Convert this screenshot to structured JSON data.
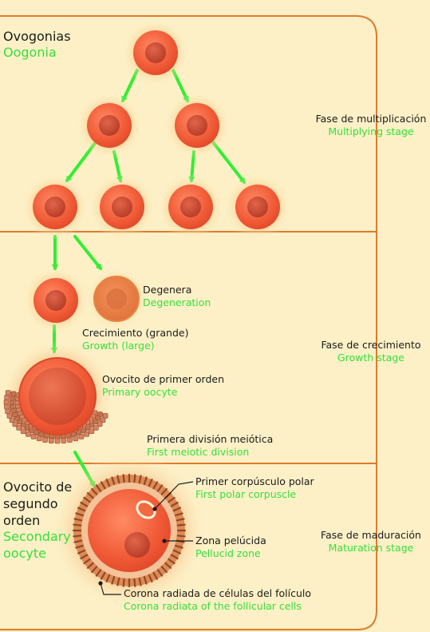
{
  "colors": {
    "background": "#fdf0c6",
    "frame": "#e07a2e",
    "arrow": "#33ee33",
    "cell_outer": "#ef5a36",
    "cell_nucleus": "#c94a30",
    "text_spanish": "#1b1b1b",
    "text_english": "#35e03a"
  },
  "labels": {
    "oogonia": {
      "es": "Ovogonias",
      "en": "Oogonia"
    },
    "degeneration": {
      "es": "Degenera",
      "en": "Degeneration"
    },
    "growth": {
      "es": "Crecimiento (grande)",
      "en": "Growth (large)"
    },
    "primary_oocyte": {
      "es": "Ovocito de primer orden",
      "en": "Primary oocyte"
    },
    "first_meiotic": {
      "es": "Primera división meiótica",
      "en": "First meiotic division"
    },
    "secondary_oocyte": {
      "es_lines": [
        "Ovocito de",
        "segundo",
        "orden"
      ],
      "en_lines": [
        "Secondary",
        "oocyte"
      ]
    },
    "polar_body": {
      "es": "Primer corpúsculo polar",
      "en": "First polar corpuscle"
    },
    "pellucid": {
      "es": "Zona pelúcida",
      "en": "Pellucid zone"
    },
    "corona": {
      "es": "Corona radiada de células del folículo",
      "en": "Corona radiata of the follicular cells"
    }
  },
  "stages": [
    {
      "es": "Fase de multiplicación",
      "en": "Multiplying stage"
    },
    {
      "es": "Fase de crecimiento",
      "en": "Growth stage"
    },
    {
      "es": "Fase de maduración",
      "en": "Maturation stage"
    }
  ]
}
